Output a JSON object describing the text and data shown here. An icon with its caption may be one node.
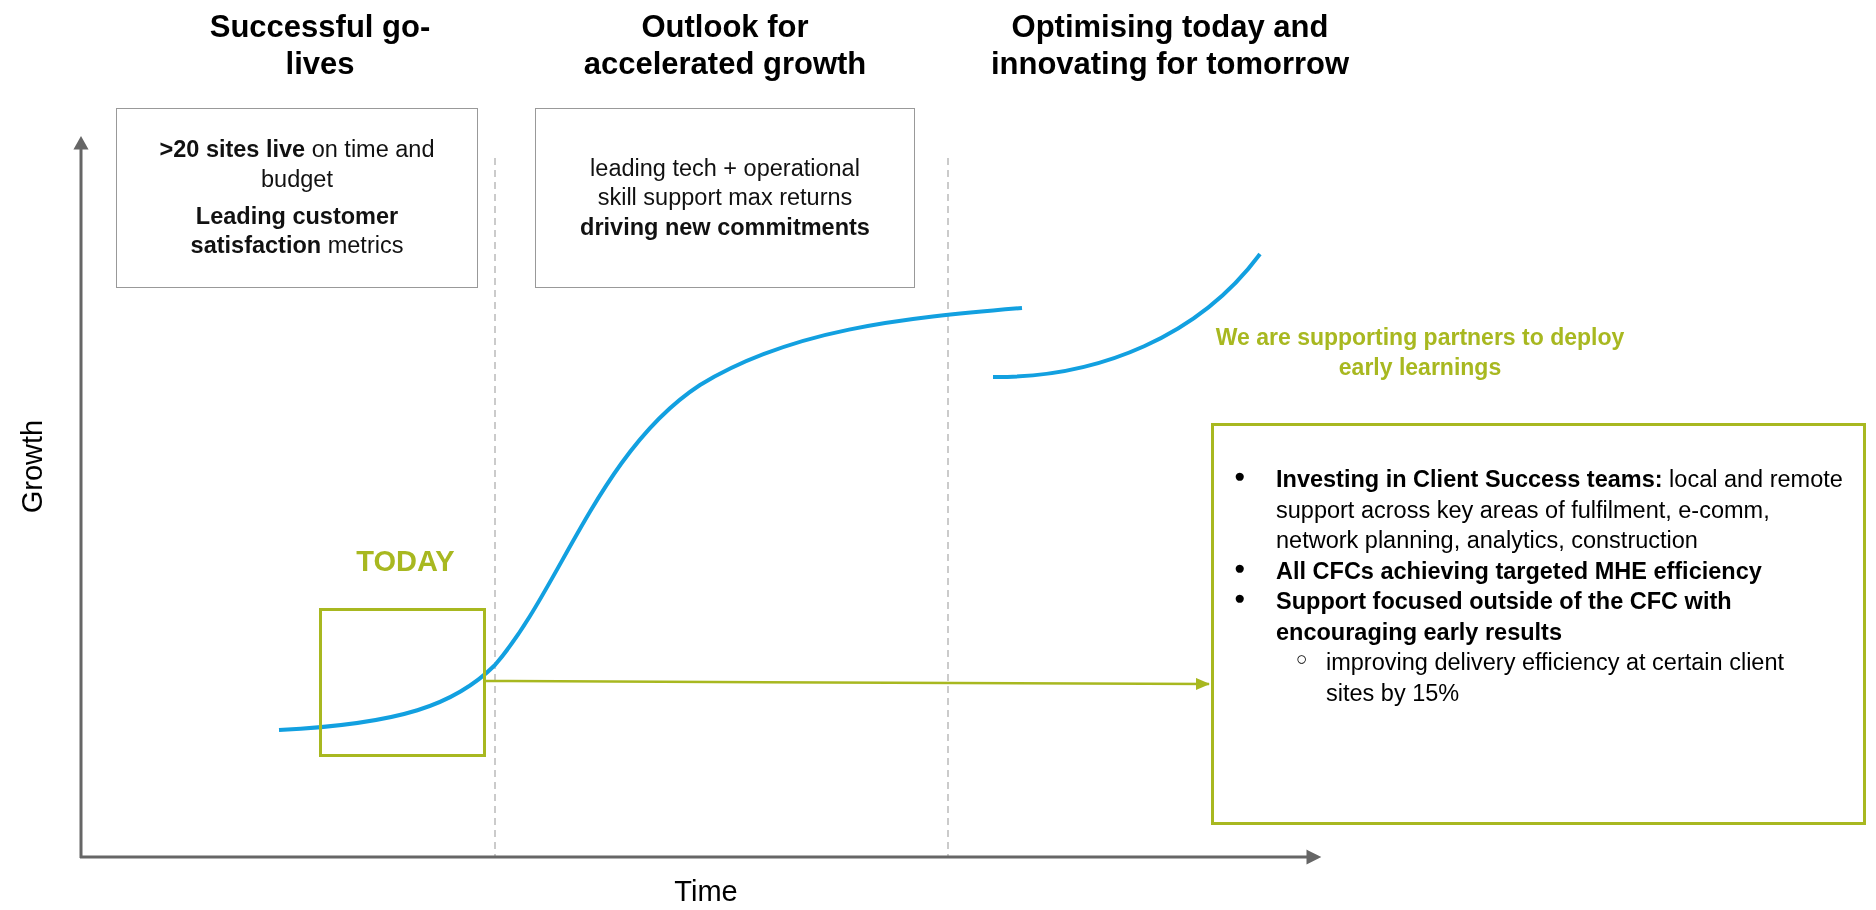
{
  "diagram": {
    "nodes": [
      {
        "text": [
          "**>20 sites live** on time and budget",
          "**Leading customer satisfaction** metrics"
        ]
      },
      {
        "text": [
          "leading tech + operational skill support max returns **driving new commitments**"
        ]
      },
      {
        "text": [
          "TODAY"
        ]
      },
      {
        "text": [
          "● **Investing in Client Success teams:** local and remote support across key areas of fulfilment, e-comm, network planning, analytics, construction",
          "● **All CFCs achieving targeted MHE efficiency**",
          "● **Support focused outside of the CFC with encouraging early results**",
          "○ improving delivery efficiency at certain client sites by 15%"
        ]
      }
    ],
    "edges": [
      {
        "from": 2,
        "to": 3,
        "arrow": "to"
      }
    ],
    "labels": [
      "Successful go-lives",
      "Outlook for accelerated growth",
      "Optimising today and innovating for tomorrow",
      "We are supporting partners to deploy early learnings",
      "Growth",
      "Time"
    ]
  }
}
